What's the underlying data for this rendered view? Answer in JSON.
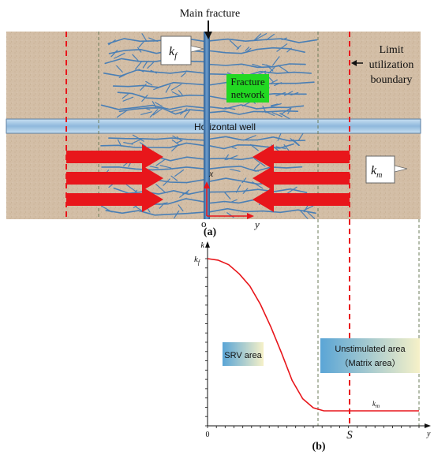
{
  "labels": {
    "main_fracture": "Main fracture",
    "limit_boundary": [
      "Limit",
      "utilization",
      "boundary"
    ],
    "fracture_network": [
      "Fracture",
      "network"
    ],
    "horizontal_well": "Horizontal well",
    "kf_main": "k",
    "kf_sub": "f",
    "km_main": "k",
    "km_sub": "m",
    "panel_a": "(a)",
    "panel_b": "(b)",
    "origin": "o",
    "x_axis": "x",
    "y_axis": "y"
  },
  "plot": {
    "y_axis_label": "k",
    "y_tick_label_main": "k",
    "y_tick_label_sub": "f",
    "x_origin_label": "0",
    "x_axis_label": "y",
    "s_label": "S",
    "km_label_main": "k",
    "km_label_sub": "m",
    "srv_area": "SRV area",
    "unstimulated_area": [
      "Unstimulated area",
      "（Matrix area）"
    ]
  },
  "chart_data": {
    "type": "line",
    "series": [
      {
        "x": [
          0,
          0.05,
          0.1,
          0.15,
          0.2,
          0.25,
          0.3,
          0.35,
          0.4,
          0.45,
          0.5,
          0.55,
          0.6,
          0.65,
          0.7,
          0.75,
          0.8,
          0.85,
          0.9,
          0.95,
          1.0
        ],
        "values": [
          1.0,
          0.99,
          0.96,
          0.9,
          0.82,
          0.7,
          0.55,
          0.38,
          0.2,
          0.08,
          0.02,
          0.0,
          0.0,
          0.0,
          0.0,
          0.0,
          0.0,
          0.0,
          0.0,
          0.0,
          0.0
        ]
      }
    ]
  },
  "colors": {
    "rock": "#d2bca4",
    "fracture": "#4a7fb5",
    "well": "#9ec3e2",
    "arrow": "#e8161b",
    "dashed_red": "#e8161b",
    "dashed_green": "#6b7b58",
    "network_label_bg": "#22d822",
    "curve": "#e8161b"
  }
}
